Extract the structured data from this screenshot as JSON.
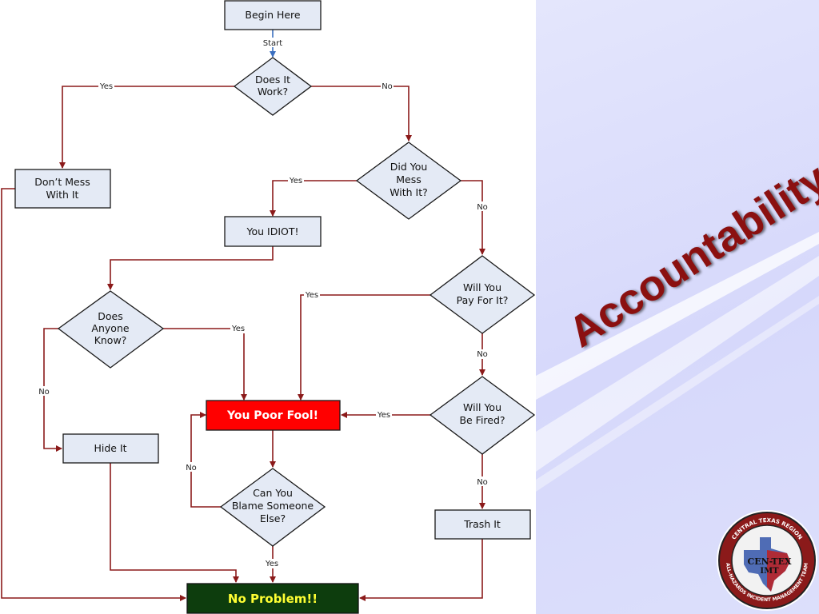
{
  "slide": {
    "title": "Accountability",
    "title_color": "#8b1010",
    "background_color": "#d6d8fb"
  },
  "flowchart": {
    "start_label": "Start",
    "nodes": {
      "begin": "Begin Here",
      "does_it_work": [
        "Does It",
        "Work?"
      ],
      "dont_mess": [
        "Don’t Mess",
        "With It"
      ],
      "did_you_mess": [
        "Did You",
        "Mess",
        "With It?"
      ],
      "you_idiot": "You IDIOT!",
      "will_you_pay": [
        "Will You",
        "Pay For It?"
      ],
      "does_anyone_know": [
        "Does",
        "Anyone",
        "Know?"
      ],
      "will_you_be_fired": [
        "Will You",
        "Be Fired?"
      ],
      "you_poor_fool": "You Poor Fool!",
      "hide_it": "Hide It",
      "can_you_blame": [
        "Can You",
        "Blame Someone",
        "Else?"
      ],
      "trash_it": "Trash It",
      "no_problem": "No Problem!!"
    },
    "edge_labels": {
      "yes": "Yes",
      "no": "No"
    },
    "colors": {
      "connector": "#8b1a1a",
      "node_fill": "#e4eaf5",
      "alert_fill": "#ff0000",
      "final_fill": "#0d3d0d",
      "final_text": "#ffff33"
    }
  },
  "logo": {
    "ring_text_top": "CENTRAL TEXAS REGION",
    "ring_text_bottom": "ALL-HAZARDS INCIDENT MANAGEMENT TEAM",
    "center_text": [
      "CEN-TEX",
      "IMT"
    ]
  }
}
